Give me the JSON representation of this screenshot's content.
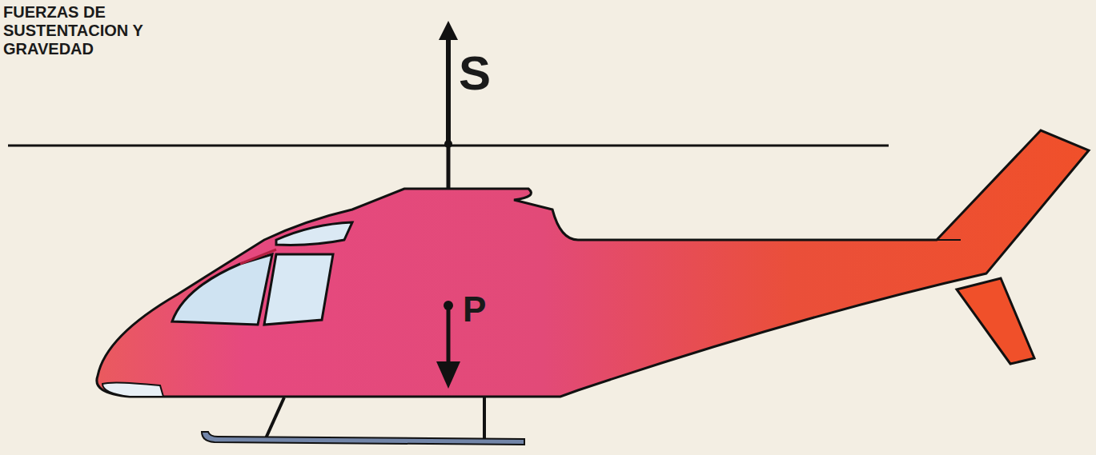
{
  "diagram": {
    "title": "FUERZAS DE SUSTENTACION Y GRAVEDAD",
    "labels": [
      "S",
      "P"
    ]
  }
}
